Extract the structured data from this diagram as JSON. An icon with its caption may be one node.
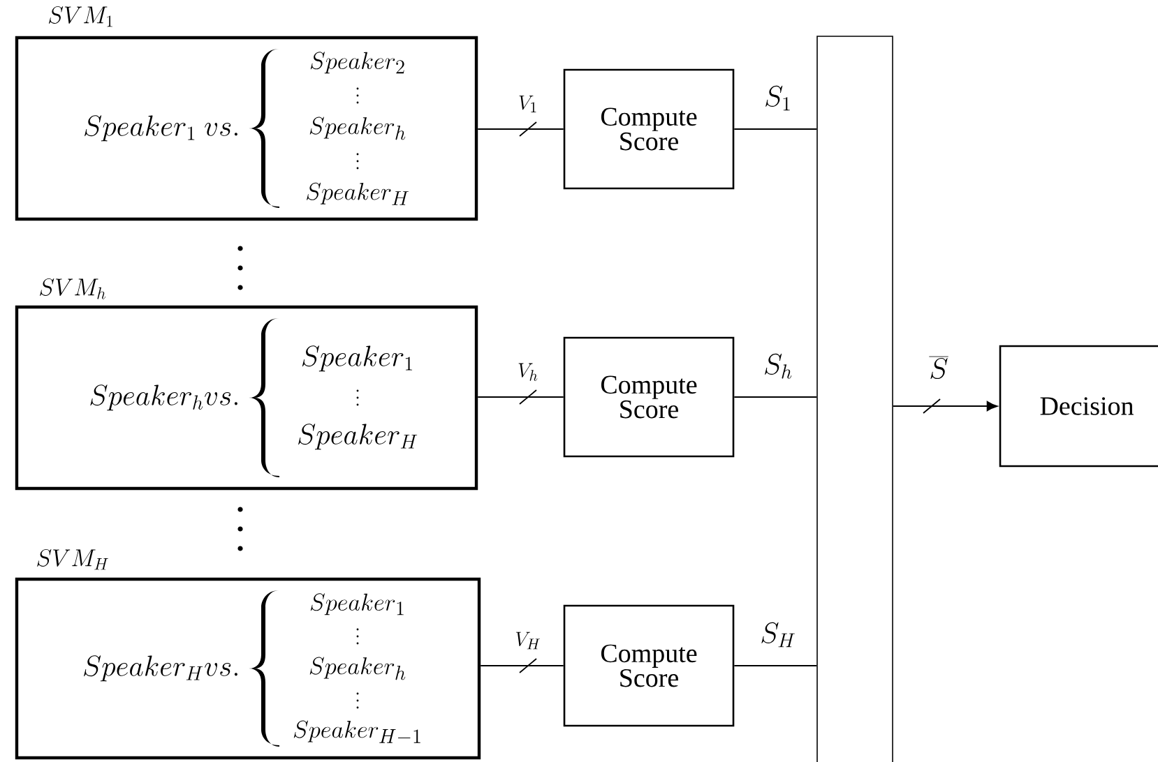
{
  "diagram": {
    "nodes": [
      {
        "text": [
          "SVM_1",
          "Speaker_1\\ vs.",
          "Speaker_2",
          "Speaker_h",
          "Speaker_H"
        ]
      },
      {
        "text": [
          "SVM_h",
          "Speaker_h vs.",
          "Speaker_1",
          "Speaker_H"
        ]
      },
      {
        "text": [
          "SVM_H",
          "Speaker_H vs.",
          "Speaker_1",
          "Speaker_h",
          "Speaker_{H-1}"
        ]
      },
      {
        "text": [
          "Compute Score"
        ]
      },
      {
        "text": [
          "Compute Score"
        ]
      },
      {
        "text": [
          "Compute Score"
        ]
      },
      {
        "text": [],
        "shape": "box"
      },
      {
        "text": [
          "Decision"
        ]
      }
    ],
    "edges": [
      {
        "from": 0,
        "to": 3,
        "arrow": "none",
        "label": "V_1"
      },
      {
        "from": 1,
        "to": 4,
        "arrow": "none",
        "label": "V_h"
      },
      {
        "from": 2,
        "to": 5,
        "arrow": "none",
        "label": "V_H"
      },
      {
        "from": 3,
        "to": 6,
        "arrow": "none",
        "label": "S_1"
      },
      {
        "from": 4,
        "to": 6,
        "arrow": "none",
        "label": "S_h"
      },
      {
        "from": 5,
        "to": 6,
        "arrow": "none",
        "label": "S_H"
      },
      {
        "from": 6,
        "to": 7,
        "arrow": "to",
        "label": "\\overline{S}"
      }
    ]
  }
}
